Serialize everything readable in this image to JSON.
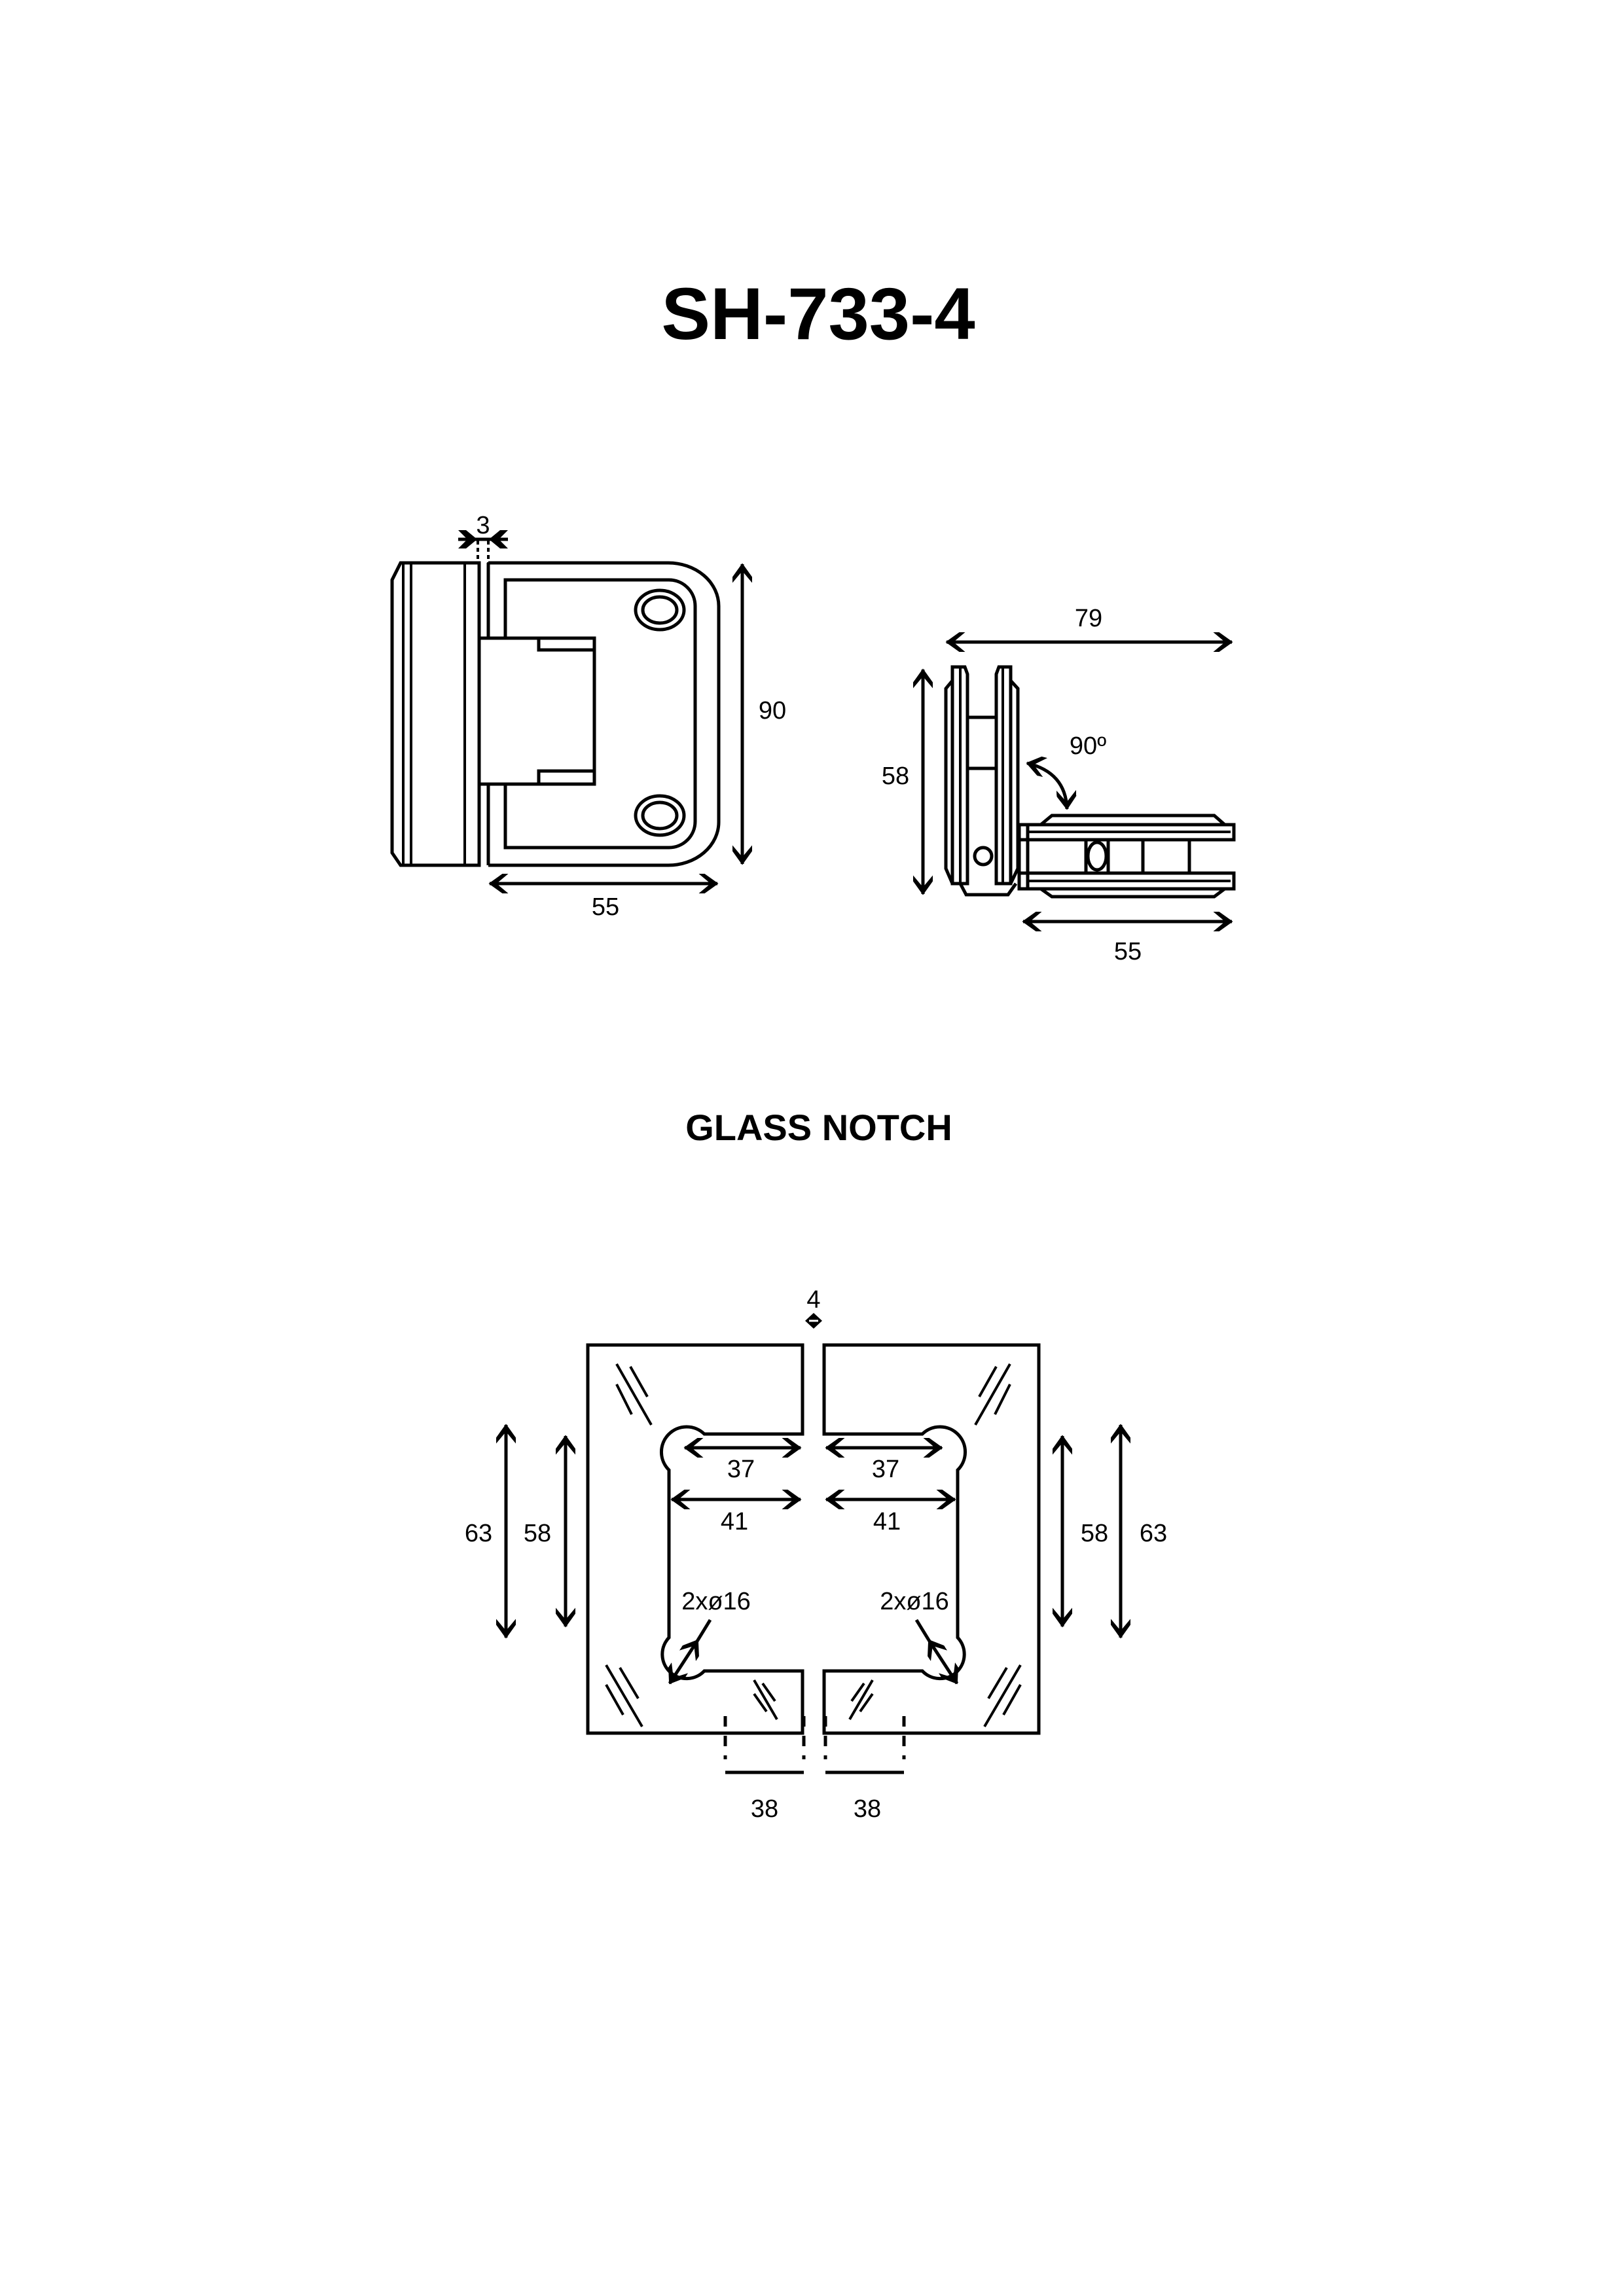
{
  "title": "SH-733-4",
  "front_view": {
    "gap": "3",
    "height": "90",
    "width": "55"
  },
  "side_view": {
    "overall_width": "79",
    "height": "58",
    "angle": "90º",
    "width": "55"
  },
  "glass_notch": {
    "heading": "GLASS NOTCH",
    "gap": "4",
    "left": {
      "notch_top": "37",
      "notch_depth": "41",
      "holes": "2xø16",
      "outer_height": "63",
      "inner_height": "58",
      "offset": "38"
    },
    "right": {
      "notch_top": "37",
      "notch_depth": "41",
      "holes": "2xø16",
      "outer_height": "63",
      "inner_height": "58",
      "offset": "38"
    }
  }
}
